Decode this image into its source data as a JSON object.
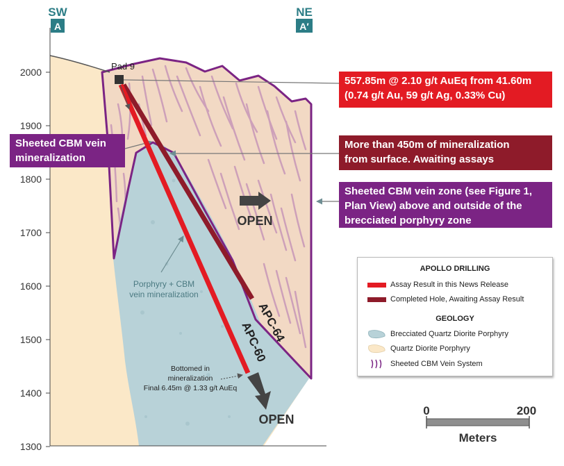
{
  "section": {
    "left_direction": "SW",
    "left_tag": "A",
    "right_direction": "NE",
    "right_tag": "A′"
  },
  "elevation_axis": {
    "ticks": [
      "2000",
      "1900",
      "1800",
      "1700",
      "1600",
      "1500",
      "1400",
      "1300"
    ]
  },
  "pad_label": "Pad 9",
  "callouts": {
    "assay": {
      "line1": "557.85m @ 2.10 g/t AuEq from 41.60m",
      "line2": "(0.74 g/t Au, 59 g/t Ag, 0.33% Cu)",
      "color": "#e31b23"
    },
    "awaiting": {
      "line1": "More than 450m of mineralization",
      "line2": "from surface. Awaiting assays",
      "color": "#8e1b2a"
    },
    "zone": {
      "line1": "Sheeted CBM vein zone (see Figure 1,",
      "line2": "Plan View) above and outside of the",
      "line3": "brecciated porphyry zone",
      "color": "#7b2484"
    },
    "sheeted": {
      "line1": "Sheeted CBM vein",
      "line2": "mineralization",
      "color": "#7b2484"
    }
  },
  "annotations": {
    "porphyry_line1": "Porphyry + CBM",
    "porphyry_line2": "vein mineralization",
    "open_upper": "OPEN",
    "open_lower": "OPEN",
    "bottomed_line1": "Bottomed in",
    "bottomed_line2": "mineralization",
    "bottomed_line3": "Final 6.45m @ 1.33 g/t AuEq"
  },
  "holes": {
    "apc64": {
      "label": "APC-64",
      "color": "#8e1b2a"
    },
    "apc60": {
      "label": "APC-60",
      "color": "#e31b23"
    }
  },
  "legend": {
    "drilling_title": "APOLLO DRILLING",
    "assay_result": "Assay Result in this News Release",
    "completed_hole": "Completed Hole, Awaiting Assay Result",
    "geology_title": "GEOLOGY",
    "brecciated": "Brecciated Quartz Diorite Porphyry",
    "quartz": "Quartz Diorite Porphyry",
    "vein_system": "Sheeted CBM Vein System"
  },
  "scale_bar": {
    "start": "0",
    "end": "200",
    "unit": "Meters"
  },
  "colors": {
    "quartz_diorite": "#fbe8c8",
    "brecciated_porphyry": "#b8d2d8",
    "vein_system": "#7b2484",
    "vein_strokes": "#c99ab8",
    "section_tag": "#2c7d86"
  }
}
